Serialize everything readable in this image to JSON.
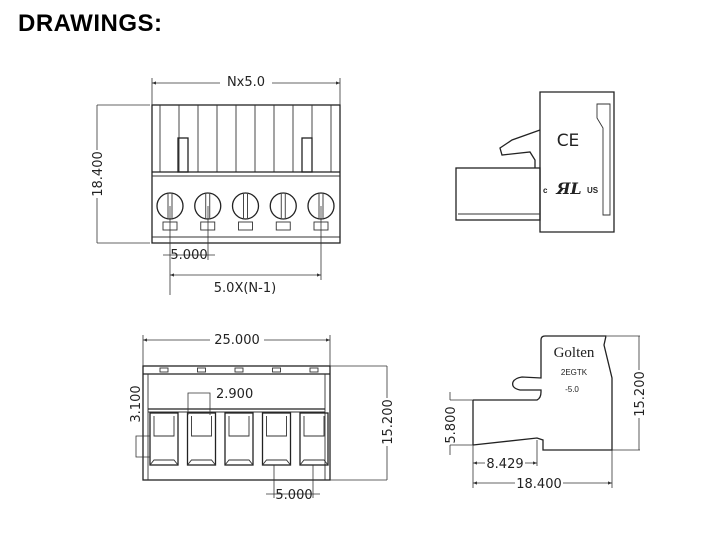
{
  "title": "DRAWINGS:",
  "front_view": {
    "width_label": "Nx5.0",
    "height_label": "18.400",
    "pitch_label": "5.000",
    "span_label": "5.0X(N-1)",
    "poles": 5
  },
  "side_view": {
    "marks": [
      "CE",
      "c",
      "US"
    ]
  },
  "bottom_view": {
    "width_label": "25.000",
    "opening_width_label": "2.900",
    "opening_offset_label": "3.100",
    "height_label": "15.200",
    "pitch_label": "5.000"
  },
  "profile_view": {
    "brand": "Golten",
    "model": "2EGTK",
    "pitch": "-5.0",
    "step_label": "5.800",
    "offset_label": "8.429",
    "depth_label": "18.400",
    "height_label": "15.200"
  }
}
